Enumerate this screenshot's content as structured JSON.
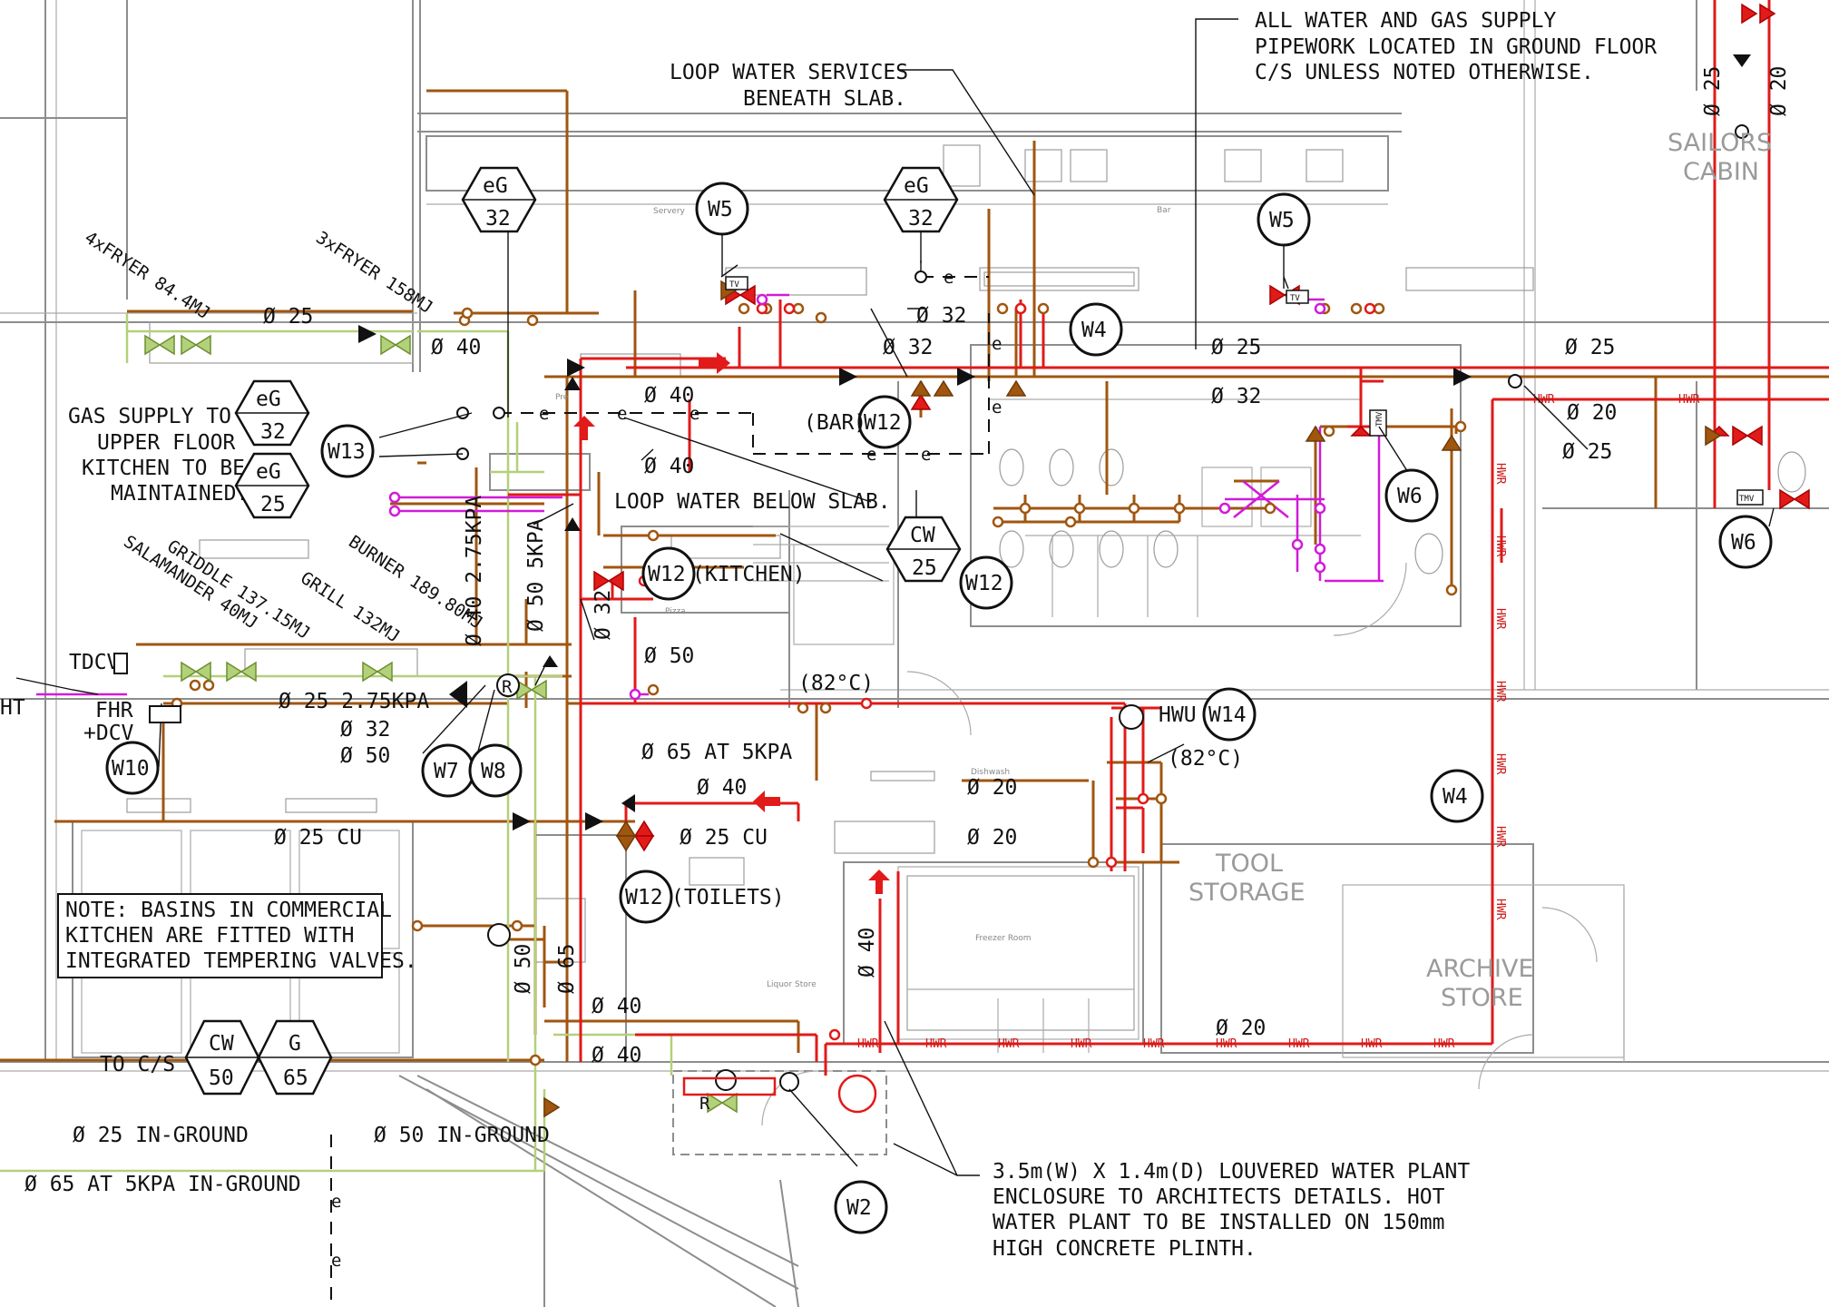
{
  "notes": {
    "all_water": [
      "ALL WATER AND GAS SUPPLY",
      "PIPEWORK LOCATED IN GROUND FLOOR",
      "C/S UNLESS NOTED OTHERWISE."
    ],
    "loop_services": [
      "LOOP WATER SERVICES",
      "BENEATH SLAB."
    ],
    "loop_below": "LOOP WATER BELOW SLAB.",
    "gas_upper": [
      "GAS SUPPLY TO",
      "UPPER FLOOR",
      "KITCHEN TO BE",
      "MAINTAINED."
    ],
    "basins": [
      "NOTE: BASINS IN COMMERCIAL",
      "KITCHEN ARE FITTED WITH",
      "INTEGRATED TEMPERING VALVES."
    ],
    "enclosure": [
      "3.5m(W) X 1.4m(D) LOUVERED WATER PLANT",
      "ENCLOSURE TO ARCHITECTS DETAILS. HOT",
      "WATER PLANT TO BE INSTALLED ON 150mm",
      "HIGH CONCRETE PLINTH."
    ],
    "to_cs": "TO C/S"
  },
  "tags": {
    "w5a": "W5",
    "w5b": "W5",
    "w4a": "W4",
    "w4b": "W4",
    "w12bar": "W12",
    "w13": "W13",
    "w6a": "W6",
    "w6b": "W6",
    "w12k": "W12",
    "w12cw": "W12",
    "w14": "W14",
    "w10": "W10",
    "w7": "W7",
    "w8": "W8",
    "w12t": "W12",
    "w2": "W2"
  },
  "tag_labels": {
    "bar": "(BAR)",
    "kitchen": "(KITCHEN)",
    "toilets": "(TOILETS)",
    "hwu": "HWU",
    "t82a": "(82°C)",
    "t82b": "(82°C)"
  },
  "hexes": {
    "eg32a": [
      "eG",
      "32"
    ],
    "eg32b": [
      "eG",
      "32"
    ],
    "eg32c": [
      "eG",
      "32"
    ],
    "eg25": [
      "eG",
      "25"
    ],
    "cw25": [
      "CW",
      "25"
    ],
    "cw50": [
      "CW",
      "50"
    ],
    "g65": [
      "G",
      "65"
    ]
  },
  "pipe_labels": {
    "p1": "Ø 25",
    "p2": "Ø 40",
    "p3": "Ø 32",
    "p4": "Ø 32",
    "p5": "Ø 25",
    "p6": "Ø 32",
    "p7": "Ø 25",
    "p8": "Ø 40",
    "p9": "Ø 40",
    "p10": "Ø 20",
    "p11": "Ø 25",
    "p12": "Ø 25",
    "p13": "Ø 20",
    "p14": "Ø 40 2.75KPA",
    "p15": "Ø 50 5KPA",
    "p16": "Ø 32",
    "p17": "Ø 50",
    "p18": "Ø 25 2.75KPA",
    "p19": "Ø 32",
    "p20": "Ø 50",
    "p21": "Ø 65 AT 5KPA",
    "p22": "Ø 40",
    "p23": "Ø 20",
    "p24": "Ø 20",
    "p25": "Ø 25 CU",
    "p26": "Ø 25 CU",
    "p27": "Ø 40",
    "p28": "Ø 50",
    "p29": "Ø 65",
    "p30": "Ø 40",
    "p31": "Ø 40",
    "p32": "Ø 20",
    "p33": "Ø 25 IN-GROUND",
    "p34": "Ø 50 IN-GROUND",
    "p35": "Ø 65 AT 5KPA IN-GROUND"
  },
  "equipment": {
    "fryer4": "4xFRYER 84.4MJ",
    "fryer3": "3xFRYER 158MJ",
    "griddle": "GRIDDLE 137.15MJ",
    "salamander": "SALAMANDER 40MJ",
    "grill": "GRILL 132MJ",
    "burner": "BURNER 189.80MJ",
    "tdcv": "TDCV",
    "fhr": "FHR",
    "dcv": "+DCV",
    "ht": "HT"
  },
  "rooms": {
    "sailors": [
      "SAILORS",
      "CABIN"
    ],
    "tool": [
      "TOOL",
      "STORAGE"
    ],
    "archive": [
      "ARCHIVE",
      "STORE"
    ],
    "servery": "Servery",
    "bar": "Bar",
    "pizza": "Pizza",
    "dishwash": "Dishwash",
    "freezer": "Freezer Room",
    "liquor": "Liquor Store",
    "prep": "Pre"
  },
  "codes": {
    "hwr": "HWR",
    "tv": "TV",
    "tmv": "TMV",
    "e": "e",
    "r": "R"
  },
  "colors": {
    "cold_water": "#a0560f",
    "hot_water": "#e11a1a",
    "gas": "#b3d07a",
    "tempered": "#d21ad8",
    "walls": "#8d8d8d"
  }
}
